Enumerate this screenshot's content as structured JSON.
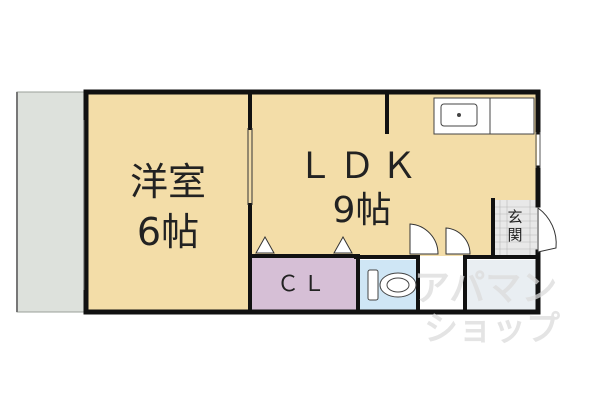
{
  "rooms": {
    "western": {
      "name": "洋室",
      "size": "6帖"
    },
    "ldk": {
      "name": "ＬＤＫ",
      "size": "9帖"
    },
    "closet": {
      "name": "ＣＬ"
    },
    "entrance": {
      "name": "玄関"
    }
  },
  "watermark": {
    "line1": "アパマン",
    "line2": "ショップ"
  },
  "colors": {
    "wall": "#111111",
    "room_floor": "#f3dda8",
    "balcony": "#dde1dc",
    "closet": "#d6bfd6",
    "wet_area": "#cfe6f5",
    "entrance": "#e8e8e8",
    "watermark": "#dcdcdc"
  },
  "icons": {
    "kitchen_sink": "sink-icon",
    "toilet": "toilet-icon",
    "door_swing": "door-swing-icon"
  }
}
